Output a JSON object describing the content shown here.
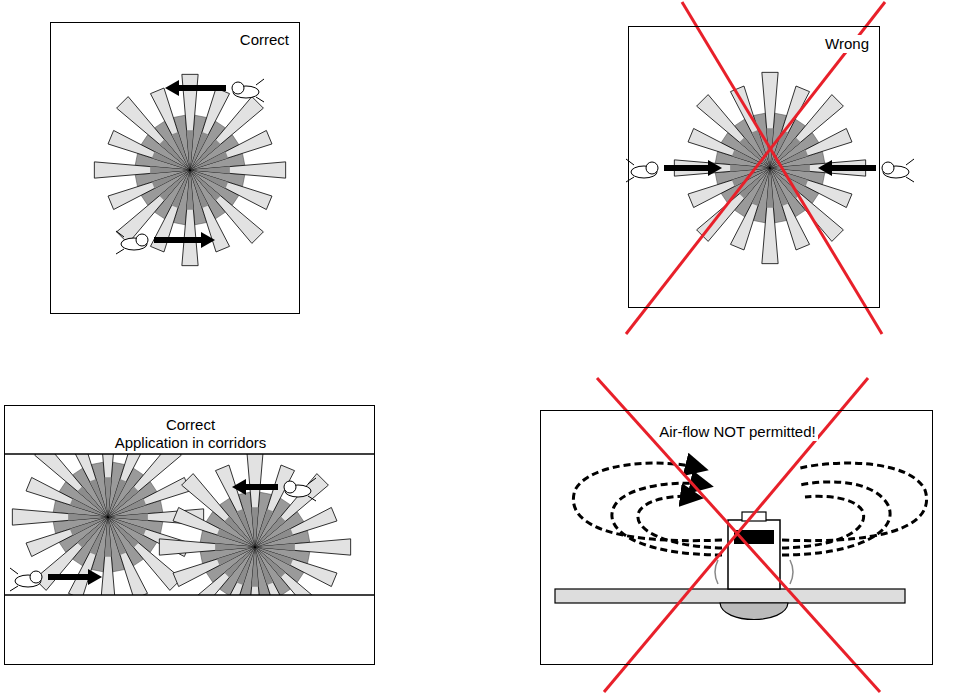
{
  "diagram": {
    "nodes": [
      {
        "text": [
          "Correct"
        ]
      },
      {
        "text": [
          "Wrong"
        ]
      },
      {
        "text": [
          "Correct",
          "Application in corridors"
        ]
      },
      {
        "text": [
          "Air-flow NOT permitted!"
        ]
      }
    ]
  }
}
